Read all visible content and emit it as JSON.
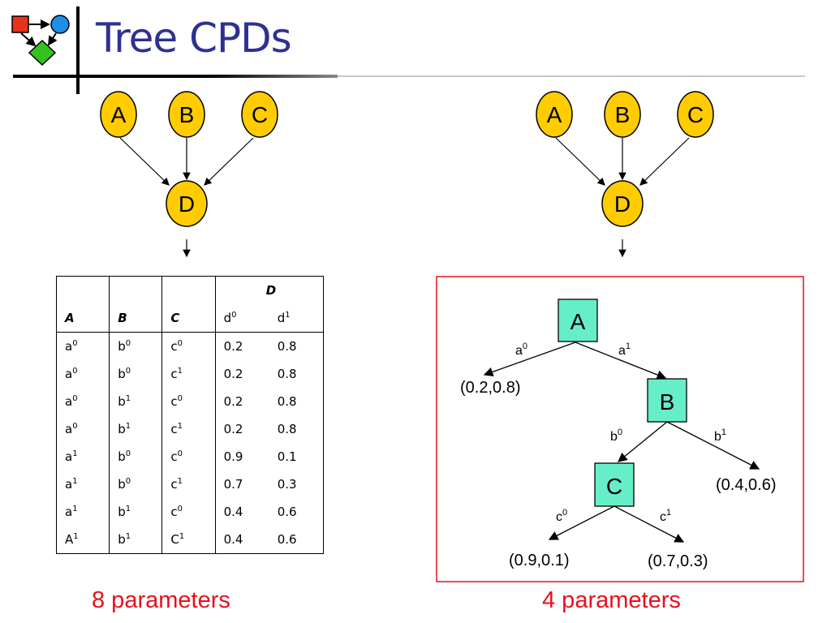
{
  "title": "Tree CPDs",
  "colors": {
    "title": "#2e3192",
    "node_fill": "#ffcc00",
    "tree_node_fill": "#66eec8",
    "param_text": "#e8101c",
    "frame": "#e8101c"
  },
  "network": {
    "parents": [
      "A",
      "B",
      "C"
    ],
    "child": "D"
  },
  "table": {
    "col_headers": [
      "A",
      "B",
      "C"
    ],
    "group_header": "D",
    "value_headers": [
      {
        "base": "d",
        "sup": "0"
      },
      {
        "base": "d",
        "sup": "1"
      }
    ],
    "rows": [
      {
        "a": {
          "base": "a",
          "sup": "0"
        },
        "b": {
          "base": "b",
          "sup": "0"
        },
        "c": {
          "base": "c",
          "sup": "0"
        },
        "d0": "0.2",
        "d1": "0.8"
      },
      {
        "a": {
          "base": "a",
          "sup": "0"
        },
        "b": {
          "base": "b",
          "sup": "0"
        },
        "c": {
          "base": "c",
          "sup": "1"
        },
        "d0": "0.2",
        "d1": "0.8"
      },
      {
        "a": {
          "base": "a",
          "sup": "0"
        },
        "b": {
          "base": "b",
          "sup": "1"
        },
        "c": {
          "base": "c",
          "sup": "0"
        },
        "d0": "0.2",
        "d1": "0.8"
      },
      {
        "a": {
          "base": "a",
          "sup": "0"
        },
        "b": {
          "base": "b",
          "sup": "1"
        },
        "c": {
          "base": "c",
          "sup": "1"
        },
        "d0": "0.2",
        "d1": "0.8"
      },
      {
        "a": {
          "base": "a",
          "sup": "1"
        },
        "b": {
          "base": "b",
          "sup": "0"
        },
        "c": {
          "base": "c",
          "sup": "0"
        },
        "d0": "0.9",
        "d1": "0.1"
      },
      {
        "a": {
          "base": "a",
          "sup": "1"
        },
        "b": {
          "base": "b",
          "sup": "0"
        },
        "c": {
          "base": "c",
          "sup": "1"
        },
        "d0": "0.7",
        "d1": "0.3"
      },
      {
        "a": {
          "base": "a",
          "sup": "1"
        },
        "b": {
          "base": "b",
          "sup": "1"
        },
        "c": {
          "base": "c",
          "sup": "0"
        },
        "d0": "0.4",
        "d1": "0.6"
      },
      {
        "a": {
          "base": "A",
          "sup": "1"
        },
        "b": {
          "base": "b",
          "sup": "1"
        },
        "c": {
          "base": "C",
          "sup": "1"
        },
        "d0": "0.4",
        "d1": "0.6"
      }
    ]
  },
  "tree": {
    "root": "A",
    "mid": "B",
    "low": "C",
    "edge_a0": {
      "base": "a",
      "sup": "0"
    },
    "edge_a1": {
      "base": "a",
      "sup": "1"
    },
    "edge_b0": {
      "base": "b",
      "sup": "0"
    },
    "edge_b1": {
      "base": "b",
      "sup": "1"
    },
    "edge_c0": {
      "base": "c",
      "sup": "0"
    },
    "edge_c1": {
      "base": "c",
      "sup": "1"
    },
    "leaf_a0": "(0.2,0.8)",
    "leaf_b1": "(0.4,0.6)",
    "leaf_c0": "(0.9,0.1)",
    "leaf_c1": "(0.7,0.3)"
  },
  "params_left": "8 parameters",
  "params_right": "4 parameters"
}
